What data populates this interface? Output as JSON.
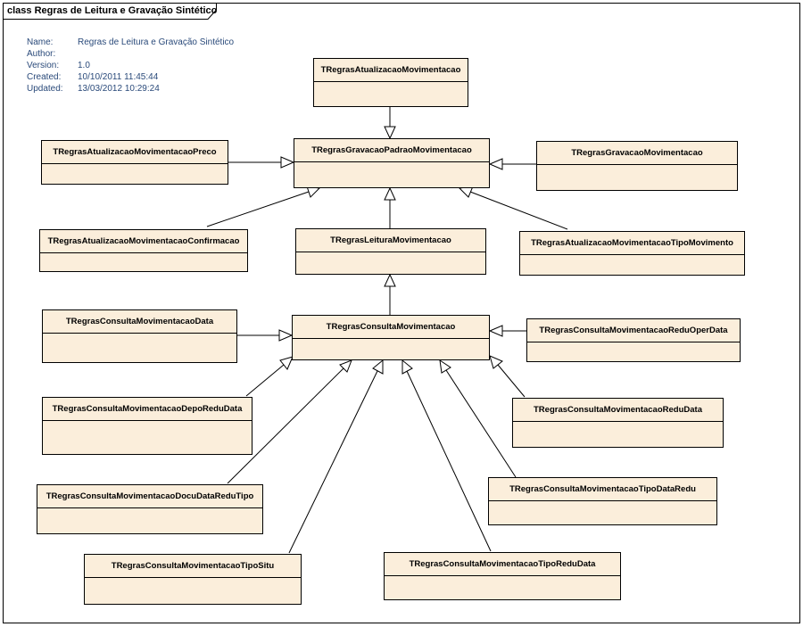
{
  "diagram": {
    "title": "class Regras de Leitura e Gravação Sintético"
  },
  "meta": {
    "name_label": "Name:",
    "name_value": "Regras de Leitura e Gravação Sintético",
    "author_label": "Author:",
    "author_value": "",
    "version_label": "Version:",
    "version_value": "1.0",
    "created_label": "Created:",
    "created_value": "10/10/2011 11:45:44",
    "updated_label": "Updated:",
    "updated_value": "13/03/2012 10:29:24"
  },
  "classes": [
    {
      "id": "c1",
      "name": "TRegrasAtualizacaoMovimentacao"
    },
    {
      "id": "c2",
      "name": "TRegrasAtualizacaoMovimentacaoPreco"
    },
    {
      "id": "c3",
      "name": "TRegrasGravacaoPadraoMovimentacao"
    },
    {
      "id": "c4",
      "name": "TRegrasGravacaoMovimentacao"
    },
    {
      "id": "c5",
      "name": "TRegrasAtualizacaoMovimentacaoConfirmacao"
    },
    {
      "id": "c6",
      "name": "TRegrasLeituraMovimentacao"
    },
    {
      "id": "c7",
      "name": "TRegrasAtualizacaoMovimentacaoTipoMovimento"
    },
    {
      "id": "c8",
      "name": "TRegrasConsultaMovimentacaoData"
    },
    {
      "id": "c9",
      "name": "TRegrasConsultaMovimentacao"
    },
    {
      "id": "c10",
      "name": "TRegrasConsultaMovimentacaoReduOperData"
    },
    {
      "id": "c11",
      "name": "TRegrasConsultaMovimentacaoDepoReduData"
    },
    {
      "id": "c12",
      "name": "TRegrasConsultaMovimentacaoReduData"
    },
    {
      "id": "c13",
      "name": "TRegrasConsultaMovimentacaoDocuDataReduTipo"
    },
    {
      "id": "c14",
      "name": "TRegrasConsultaMovimentacaoTipoDataRedu"
    },
    {
      "id": "c15",
      "name": "TRegrasConsultaMovimentacaoTipoSitu"
    },
    {
      "id": "c16",
      "name": "TRegrasConsultaMovimentacaoTipoReduData"
    }
  ],
  "generalizations": [
    {
      "from": "c1",
      "to": "c3"
    },
    {
      "from": "c2",
      "to": "c3"
    },
    {
      "from": "c4",
      "to": "c3"
    },
    {
      "from": "c5",
      "to": "c3"
    },
    {
      "from": "c6",
      "to": "c3"
    },
    {
      "from": "c7",
      "to": "c3"
    },
    {
      "from": "c9",
      "to": "c6"
    },
    {
      "from": "c8",
      "to": "c9"
    },
    {
      "from": "c10",
      "to": "c9"
    },
    {
      "from": "c11",
      "to": "c9"
    },
    {
      "from": "c12",
      "to": "c9"
    },
    {
      "from": "c13",
      "to": "c9"
    },
    {
      "from": "c14",
      "to": "c9"
    },
    {
      "from": "c15",
      "to": "c9"
    },
    {
      "from": "c16",
      "to": "c9"
    }
  ]
}
